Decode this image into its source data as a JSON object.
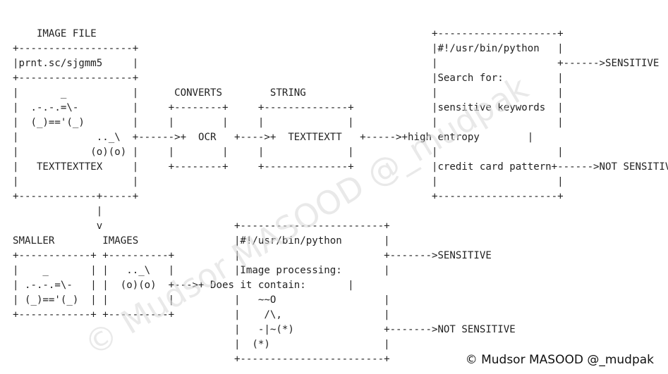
{
  "diagram": {
    "ascii_art": "    IMAGE FILE                                                        +--------------------+\n+-------------------+                                                 |#!/usr/bin/python   |\n|prnt.sc/sjgmm5     |                                                 |                    +------>SENSITIVE\n+-------------------+                                                 |Search for:         |\n|       _           |      CONVERTS        STRING                     |                    |\n|  .-.-.=\\-         |     +--------+     +--------------+             |sensitive keywords  |\n|  (_)=='(_)        |     |        |     |              |             |                    |\n|             .._\\  +------>+  OCR   +---->+  TEXTTEXTT   +----->+high entropy        |\n|            (o)(o) |     |        |     |              |             |                    |\n|   TEXTTEXTTEX     |     +--------+     +--------------+             |credit card pattern+------>NOT SENSITIVE\n|                   |                                                 |                    |\n+-------------+-----+                                                 +--------------------+\n              |\n              v                      +------------------------+\nSMALLER        IMAGES                |#!/usr/bin/python       |\n+------------+ +----------+          |                        +------->SENSITIVE\n|    _       | |   .._\\   |          |Image processing:       |\n| .-.-.=\\-   | |  (o)(o)  +--->+ Does it contain:       |\n| (_)=='(_)  | |          |          |   ~~O                  |\n+------------+ +----------+          |    /\\,                 |\n                                     |   -|~(*)               +------->NOT SENSITIVE\n                                     |  (*)                   |\n                                     +------------------------+"
  },
  "watermark": "© Mudsor MASOOD @_mudpak",
  "copyright": "© Mudsor MASOOD @_mudpak"
}
